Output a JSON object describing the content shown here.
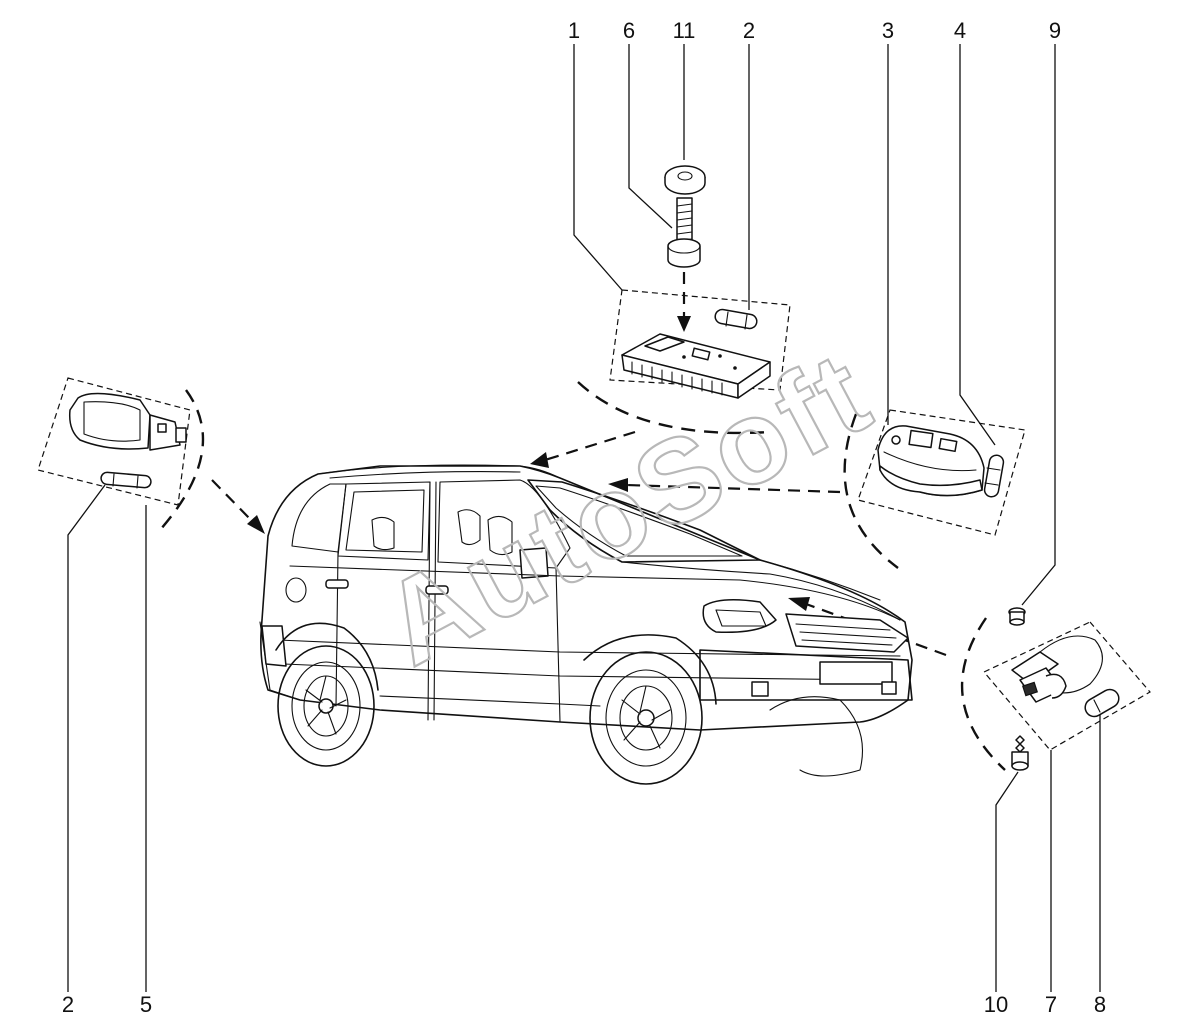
{
  "watermark": "AutoSoft",
  "callouts": {
    "top_1": "1",
    "top_6": "6",
    "top_11": "11",
    "top_2": "2",
    "top_3": "3",
    "top_4": "4",
    "top_9": "9",
    "bottom_2": "2",
    "bottom_5": "5",
    "bottom_10": "10",
    "bottom_7": "7",
    "bottom_8": "8"
  },
  "colors": {
    "line": "#111111",
    "watermark": "#b8b8b8",
    "background": "#ffffff"
  },
  "icons": [
    "vehicle-outline",
    "roof-lamp-assembly",
    "side-lamp-assembly",
    "dome-lamp-assembly",
    "underhood-lamp-assembly",
    "bulb",
    "screw",
    "washer"
  ]
}
